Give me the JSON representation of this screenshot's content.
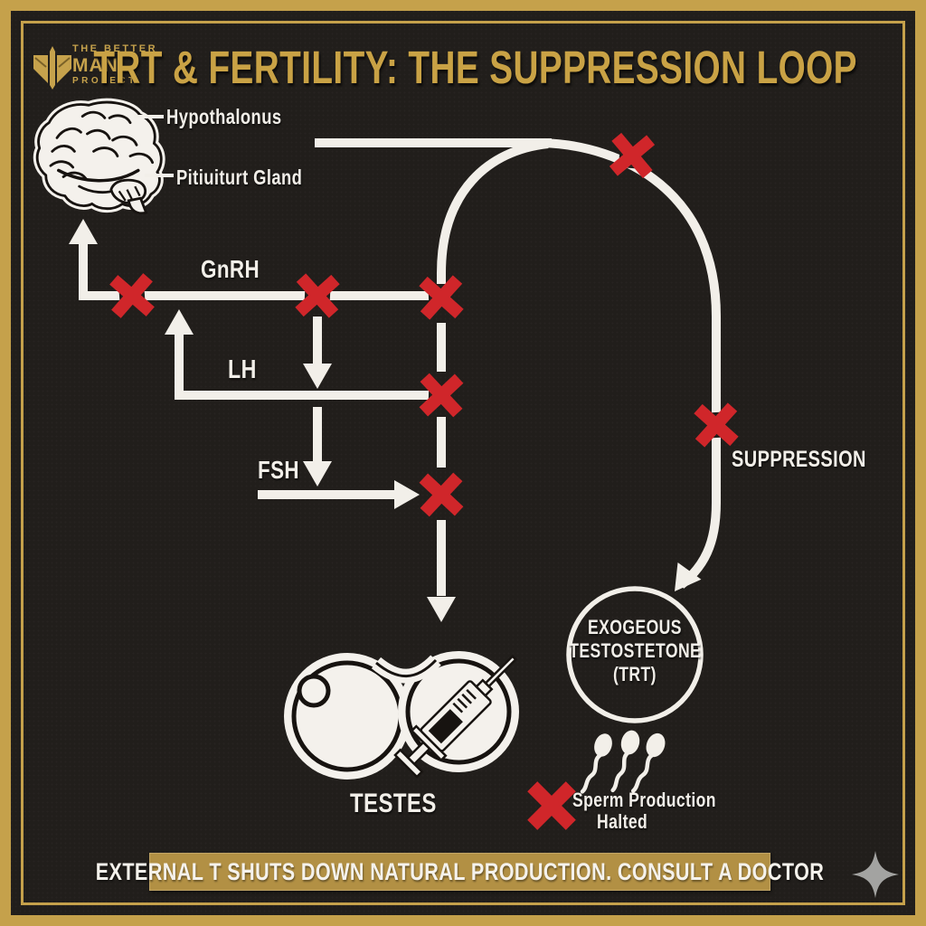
{
  "logo": {
    "top": "THE BETTER",
    "main": "MAN",
    "bottom": "PROJECT"
  },
  "title": "TRT & FERTILITY: THE SUPPRESSION LOOP",
  "diagram": {
    "hypothalamus_label": "Hypothalonus",
    "pituitary_label": "Pitiuiturt Gland",
    "gnrh_label": "GnRH",
    "lh_label": "LH",
    "fsh_label": "FSH",
    "suppression_label": "SUPPRESSION",
    "trt_circle": {
      "line1": "EXOGEOUS",
      "line2": "TESTOSTETONE",
      "line3": "(TRT)"
    },
    "testes_label": "TESTES",
    "sperm_note": {
      "line1": "Sperm Production",
      "line2": "Halted"
    }
  },
  "footer": {
    "banner_text": "EXTERNAL T SHUTS DOWN NATURAL PRODUCTION. CONSULT A DOCTOR"
  },
  "colors": {
    "background": "#211e1b",
    "frame_gold": "#c5a14b",
    "title_gold": "#c9a245",
    "line_white": "#f2efe9",
    "x_red": "#d0262a",
    "banner_gold": "#b29044",
    "sparkle_gray": "#a3a3a1"
  }
}
